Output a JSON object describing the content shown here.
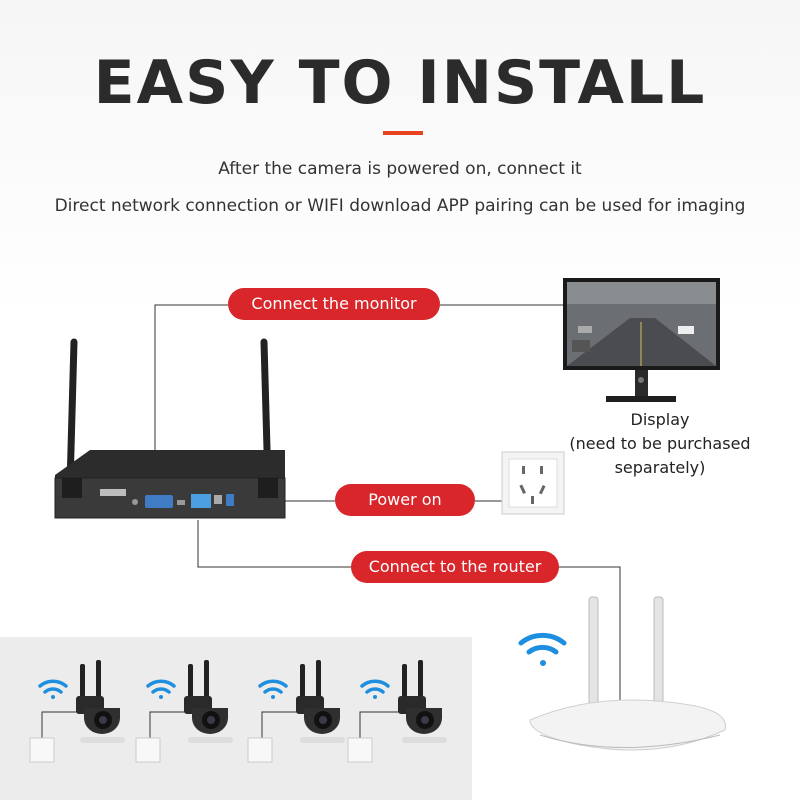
{
  "header": {
    "title": "EASY TO INSTALL",
    "line1": "After the camera is powered on, connect it",
    "line2": "Direct network connection or WIFI download APP pairing can be used for imaging"
  },
  "labels": {
    "monitor": "Connect the monitor",
    "power": "Power on",
    "router": "Connect to the router",
    "display": "Display",
    "display_note": "(need to be purchased separately)"
  },
  "colors": {
    "accent": "#e8421f",
    "pill": "#d8262a",
    "wifi": "#1e8fe0"
  }
}
